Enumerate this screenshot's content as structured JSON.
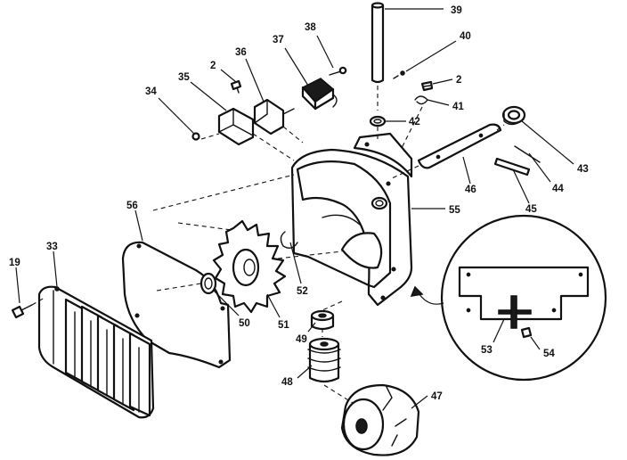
{
  "parts": [
    {
      "id": "p39",
      "label": "39"
    },
    {
      "id": "p40",
      "label": "40"
    },
    {
      "id": "p2a",
      "label": "2"
    },
    {
      "id": "p41",
      "label": "41"
    },
    {
      "id": "p38",
      "label": "38"
    },
    {
      "id": "p37",
      "label": "37"
    },
    {
      "id": "p36",
      "label": "36"
    },
    {
      "id": "p2b",
      "label": "2"
    },
    {
      "id": "p35",
      "label": "35"
    },
    {
      "id": "p34",
      "label": "34"
    },
    {
      "id": "p42",
      "label": "42"
    },
    {
      "id": "p43",
      "label": "43"
    },
    {
      "id": "p44",
      "label": "44"
    },
    {
      "id": "p46",
      "label": "46"
    },
    {
      "id": "p45",
      "label": "45"
    },
    {
      "id": "p55",
      "label": "55"
    },
    {
      "id": "p56",
      "label": "56"
    },
    {
      "id": "p33",
      "label": "33"
    },
    {
      "id": "p19",
      "label": "19"
    },
    {
      "id": "p52",
      "label": "52"
    },
    {
      "id": "p50",
      "label": "50"
    },
    {
      "id": "p51",
      "label": "51"
    },
    {
      "id": "p49",
      "label": "49"
    },
    {
      "id": "p48",
      "label": "48"
    },
    {
      "id": "p47",
      "label": "47"
    },
    {
      "id": "p53",
      "label": "53"
    },
    {
      "id": "p54",
      "label": "54"
    }
  ]
}
